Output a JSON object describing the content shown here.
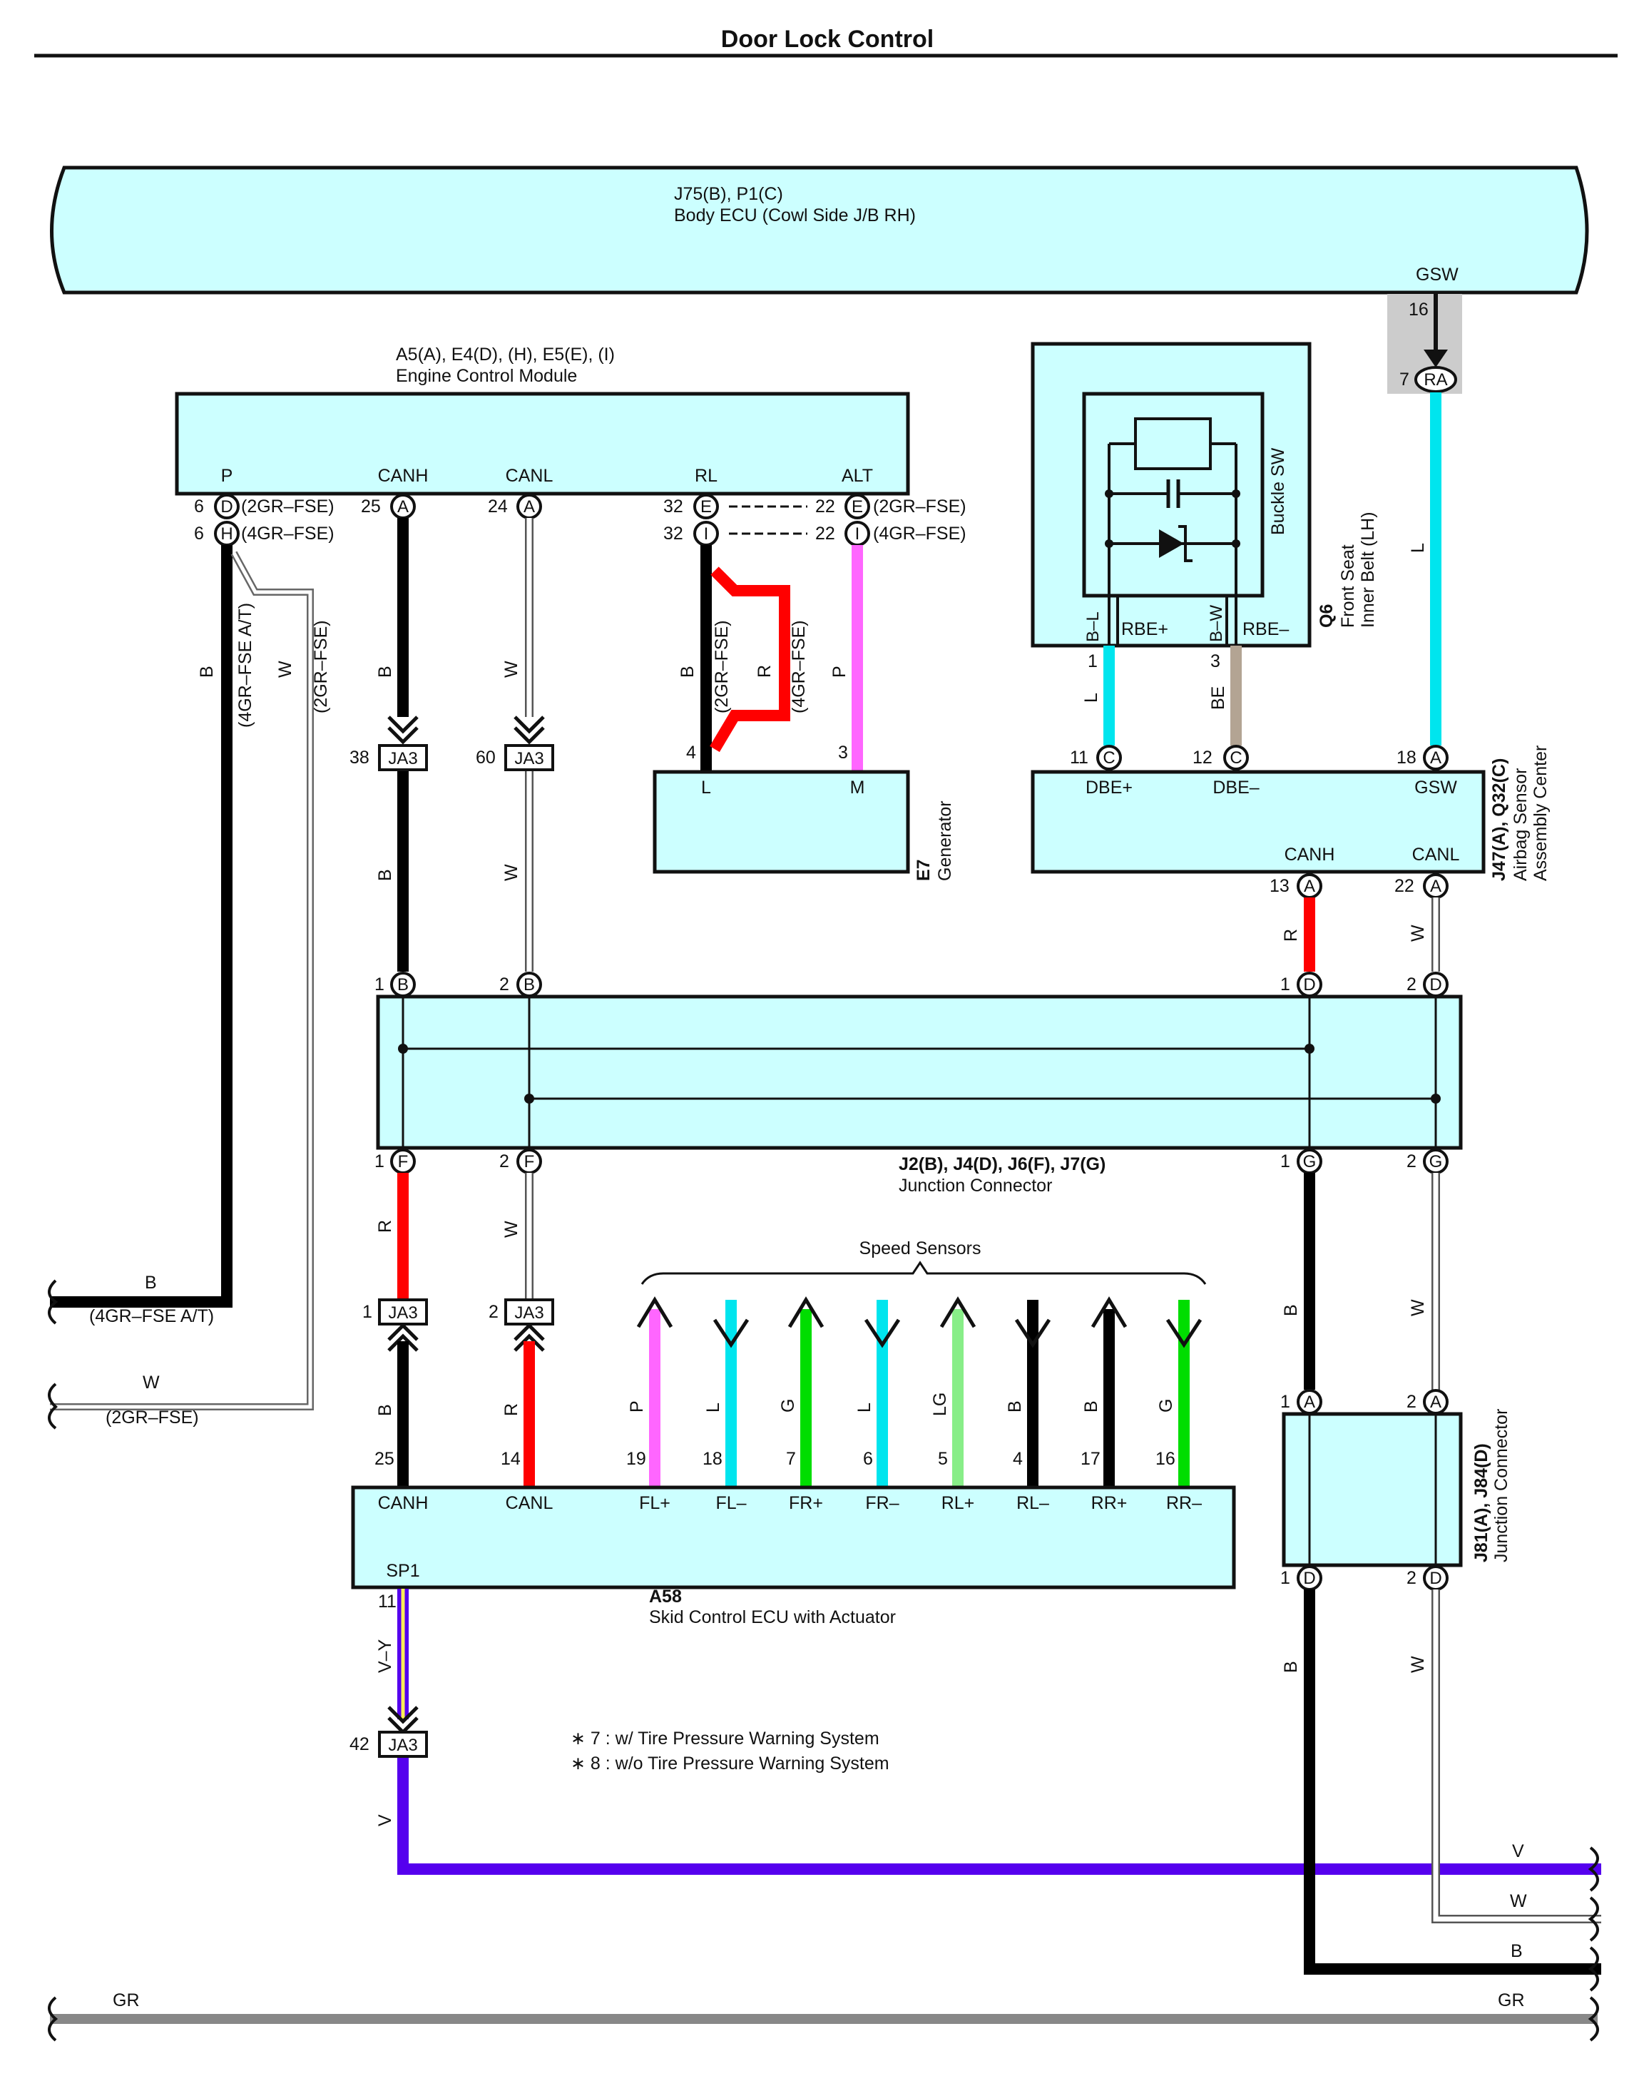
{
  "title": "Door Lock Control",
  "colors": {
    "B": "#000000",
    "W": "#ffffff",
    "R": "#ff0000",
    "P": "#ff66ff",
    "L": "#00e5ee",
    "G": "#00dd00",
    "LG": "#88ee88",
    "V": "#5500ee",
    "BE": "#b3a493",
    "GR": "#888888",
    "box_fill": "#ccffff"
  },
  "components": {
    "body_ecu": {
      "code": "J75(B), P1(C)",
      "name": "Body ECU (Cowl Side J/B RH)",
      "terminal": "GSW"
    },
    "ecm": {
      "code": "A5(A), E4(D), (H), E5(E), (I)",
      "name": "Engine Control Module",
      "terminals": [
        "P",
        "CANH",
        "CANL",
        "RL",
        "ALT"
      ]
    },
    "buckle": {
      "switch": "Buckle SW",
      "code": "Q6",
      "name1": "Front Seat",
      "name2": "Inner Belt (LH)",
      "wire_bl": "B–L",
      "wire_bw": "B–W",
      "rbe_plus": "RBE+",
      "rbe_minus": "RBE–"
    },
    "generator": {
      "code": "E7",
      "name": "Generator",
      "terminals": [
        "L",
        "M"
      ]
    },
    "airbag": {
      "code": "J47(A), Q32(C)",
      "name1": "Airbag Sensor",
      "name2": "Assembly Center",
      "terminals": [
        "DBE+",
        "DBE–",
        "GSW",
        "CANH",
        "CANL"
      ]
    },
    "jc": {
      "code": "J2(B), J4(D), J6(F), J7(G)",
      "name": "Junction Connector"
    },
    "skid": {
      "code": "A58",
      "name": "Skid Control ECU with Actuator",
      "terminals": [
        "CANH",
        "CANL",
        "FL+",
        "FL–",
        "FR+",
        "FR–",
        "RL+",
        "RL–",
        "RR+",
        "RR–",
        "SP1"
      ]
    },
    "jc2": {
      "code": "J81(A), J84(D)",
      "name": "Junction Connector"
    }
  },
  "speed_sensors_label": "Speed Sensors",
  "notes": [
    "∗ 7 : w/ Tire Pressure Warning System",
    "∗ 8 : w/o Tire Pressure Warning System"
  ],
  "variants": {
    "gr2": "(2GR–FSE)",
    "gr4": "(4GR–FSE)",
    "gr4at": "(4GR–FSE A/T)",
    "gr4at_b": "(4GR–FSE A/T)",
    "gr2_b": "(2GR–FSE)"
  },
  "connectors": {
    "ja3": "JA3"
  },
  "pins": {
    "p16": "16",
    "p7": "7",
    "ra": "RA",
    "p6a": "6",
    "p6b": "6",
    "d": "D",
    "h": "H",
    "p25": "25",
    "a": "A",
    "p24": "24",
    "p32a": "32",
    "p32b": "32",
    "e": "E",
    "i": "I",
    "p22a": "22",
    "p22b": "22",
    "p1": "1",
    "p3": "3",
    "p4": "4",
    "p3m": "3",
    "p11": "11",
    "p12": "12",
    "c": "C",
    "p18": "18",
    "p13": "13",
    "p22c": "22",
    "p38": "38",
    "p60": "60",
    "b": "B",
    "f": "F",
    "g": "G",
    "one": "1",
    "two": "2",
    "p25s": "25",
    "p14": "14",
    "p19": "19",
    "p18s": "18",
    "p7s": "7",
    "p6s": "6",
    "p5": "5",
    "p4s": "4",
    "p17": "17",
    "p16s": "16",
    "p11s": "11",
    "p42": "42"
  },
  "wire_labels": {
    "B": "B",
    "W": "W",
    "R": "R",
    "P": "P",
    "L": "L",
    "G": "G",
    "LG": "LG",
    "V": "V",
    "VY": "V–Y",
    "BE": "BE",
    "GR": "GR"
  }
}
